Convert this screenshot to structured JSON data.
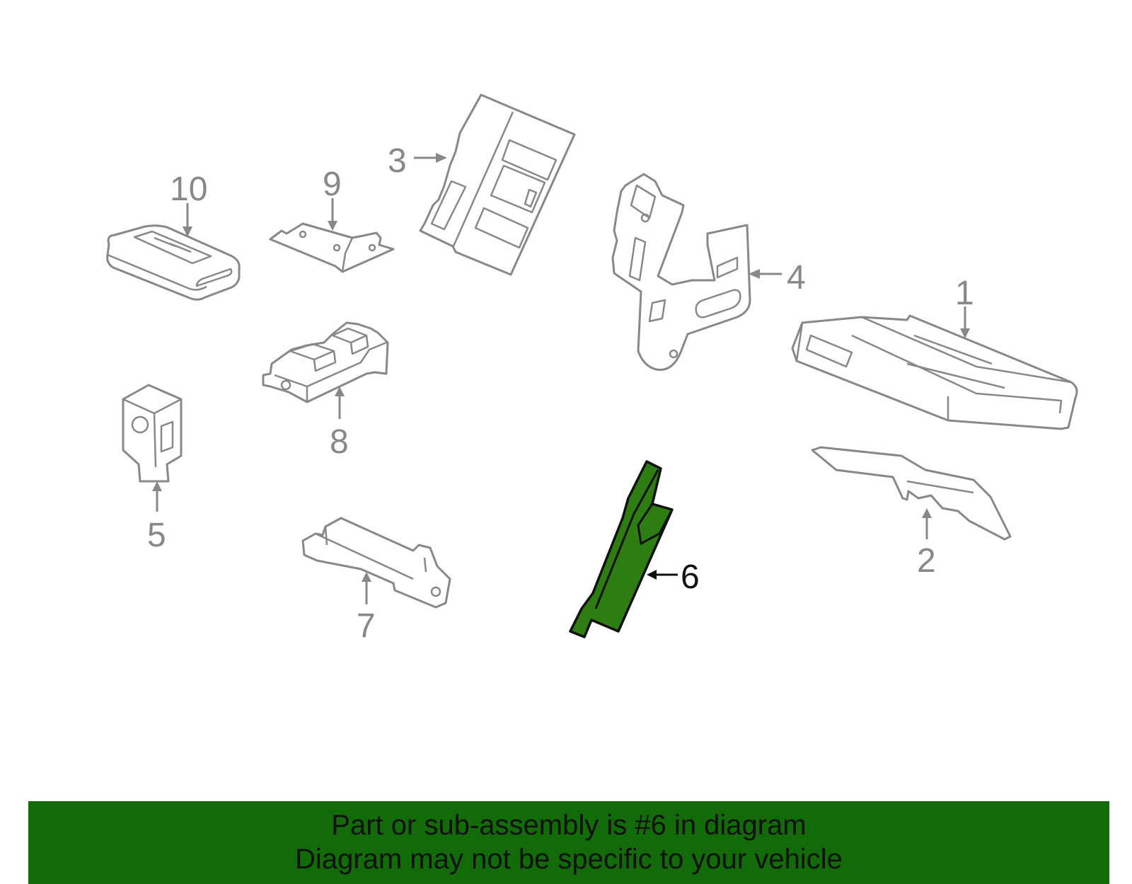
{
  "callouts": {
    "c1": "1",
    "c2": "2",
    "c3": "3",
    "c4": "4",
    "c5": "5",
    "c6": "6",
    "c7": "7",
    "c8": "8",
    "c9": "9",
    "c10": "10"
  },
  "highlighted_part": "6",
  "banner": {
    "line1": "Part or sub-assembly is #6 in diagram",
    "line2": "Diagram may not be specific to your vehicle"
  },
  "colors": {
    "highlight_fill": "#2e7d12",
    "banner_bg": "#136a09",
    "line_art": "#888888",
    "text": "#111111"
  }
}
